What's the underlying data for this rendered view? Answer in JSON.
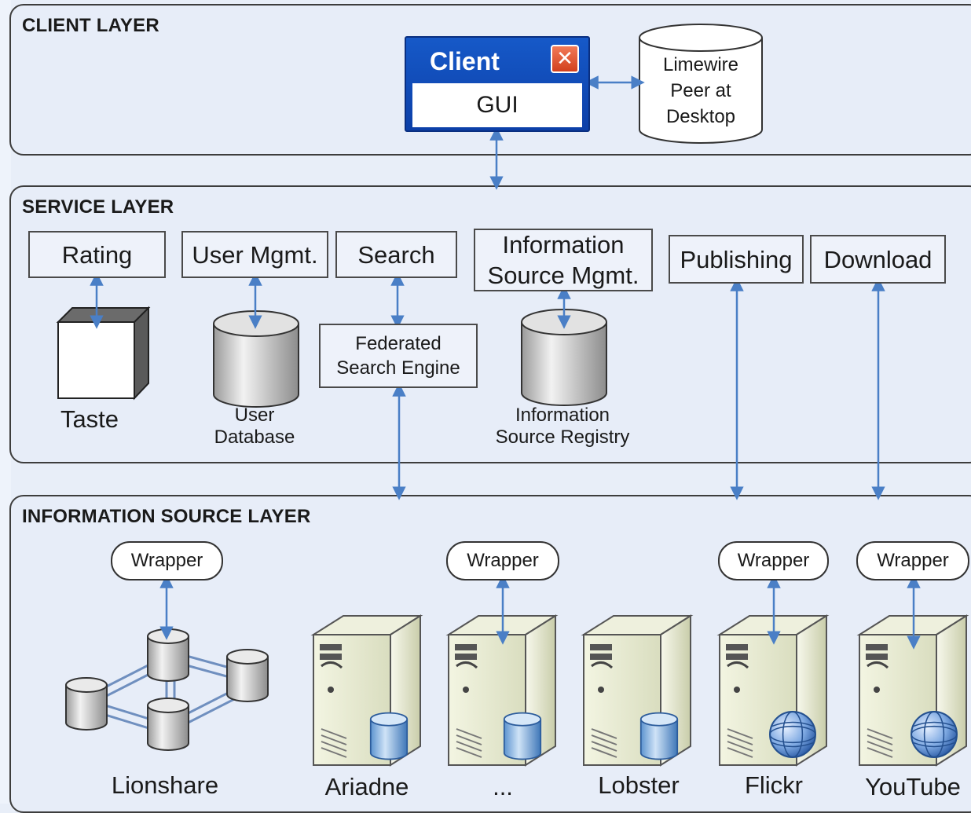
{
  "client_layer": {
    "title": "CLIENT LAYER",
    "client_window_title": "Client",
    "client_window_body": "GUI",
    "limewire_line1": "Limewire",
    "limewire_line2": "Peer at",
    "limewire_line3": "Desktop"
  },
  "service_layer": {
    "title": "SERVICE LAYER",
    "rating": "Rating",
    "user_mgmt": "User Mgmt.",
    "search": "Search",
    "info_source_mgmt_line1": "Information",
    "info_source_mgmt_line2": "Source Mgmt.",
    "publishing": "Publishing",
    "download": "Download",
    "taste": "Taste",
    "user_db_line1": "User",
    "user_db_line2": "Database",
    "federated_line1": "Federated",
    "federated_line2": "Search Engine",
    "registry_line1": "Information",
    "registry_line2": "Source Registry"
  },
  "source_layer": {
    "title": "INFORMATION SOURCE LAYER",
    "wrapper": "Wrapper",
    "sources": [
      "Lionshare",
      "Ariadne",
      "...",
      "Lobster",
      "Flickr",
      "YouTube"
    ]
  },
  "colors": {
    "layer_fill": "#e7edf8",
    "connector": "#4a7fc6",
    "client_window": "#1659c8"
  }
}
